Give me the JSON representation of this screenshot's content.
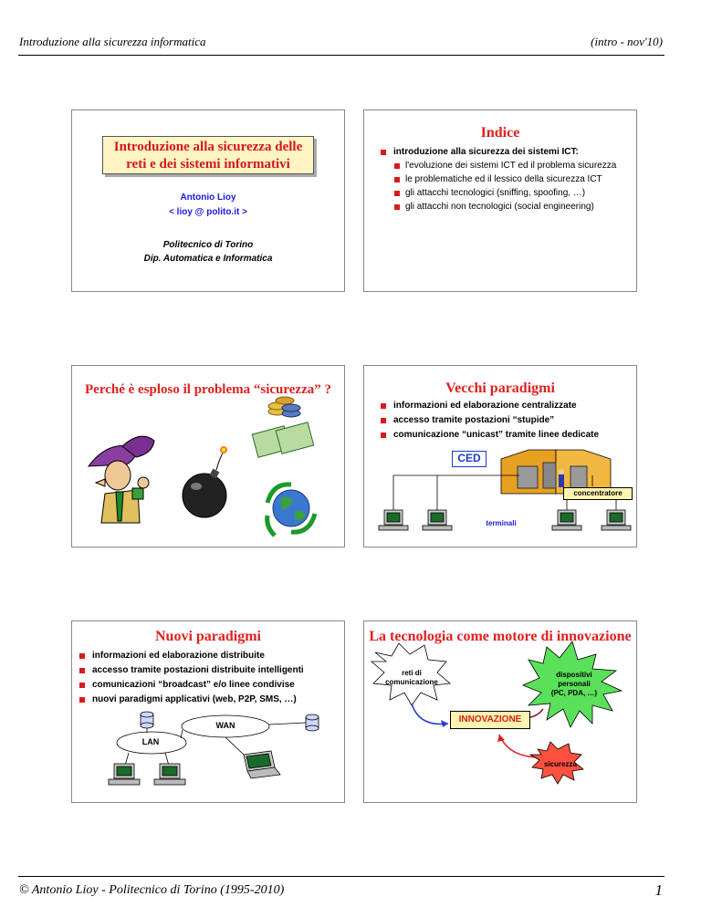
{
  "page": {
    "header_left": "Introduzione alla sicurezza informatica",
    "header_right": "(intro - nov'10)",
    "footer_left": "© Antonio Lioy - Politecnico di Torino (1995-2010)",
    "page_number": "1"
  },
  "slide1": {
    "title_line1": "Introduzione alla sicurezza delle",
    "title_line2": "reti e dei sistemi informativi",
    "author": "Antonio Lioy",
    "email": "< lioy @ polito.it >",
    "institution": "Politecnico di Torino",
    "department": "Dip. Automatica e Informatica"
  },
  "slide2": {
    "title": "Indice",
    "item": "introduzione alla sicurezza dei sistemi ICT:",
    "subitems": [
      "l'evoluzione dei sistemi ICT ed il problema sicurezza",
      "le problematiche ed il lessico della sicurezza ICT",
      "gli attacchi tecnologici (sniffing, spoofing, …)",
      "gli attacchi non tecnologici (social engineering)"
    ]
  },
  "slide3": {
    "title": "Perché è esploso il problema “sicurezza” ?"
  },
  "slide4": {
    "title": "Vecchi paradigmi",
    "items": [
      "informazioni ed elaborazione centralizzate",
      "accesso tramite postazioni “stupide”",
      "comunicazione “unicast” tramite linee dedicate"
    ],
    "ced_label": "CED",
    "concentrator_label": "concentratore",
    "terminals_label": "terminali"
  },
  "slide5": {
    "title": "Nuovi paradigmi",
    "items": [
      "informazioni ed elaborazione distribuite",
      "accesso tramite postazioni distribuite intelligenti",
      "comunicazioni “broadcast” e/o linee condivise",
      "nuovi paradigmi applicativi (web, P2P, SMS, …)"
    ],
    "wan_label": "WAN",
    "lan_label": "LAN"
  },
  "slide6": {
    "title": "La tecnologia come motore di innovazione",
    "networks_line1": "reti di",
    "networks_line2": "comunicazione",
    "devices_line1": "dispositivi",
    "devices_line2": "personali",
    "devices_line3": "(PC, PDA, …)",
    "innovation_label": "INNOVAZIONE",
    "security_label": "sicurezza"
  }
}
